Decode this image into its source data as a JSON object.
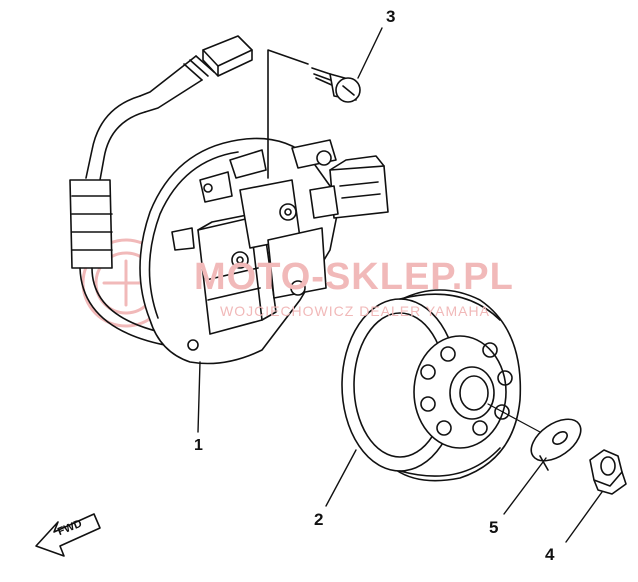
{
  "callouts": {
    "n1": "1",
    "n2": "2",
    "n3": "3",
    "n4": "4",
    "n5": "5"
  },
  "fwd_label": "FWD",
  "watermark": {
    "title": "MOTO-SKLEP.PL",
    "subtitle": "WOJCIECHOWICZ DEALER YAMAHA",
    "color": "#f1b9b9"
  },
  "line_color": "#111111"
}
